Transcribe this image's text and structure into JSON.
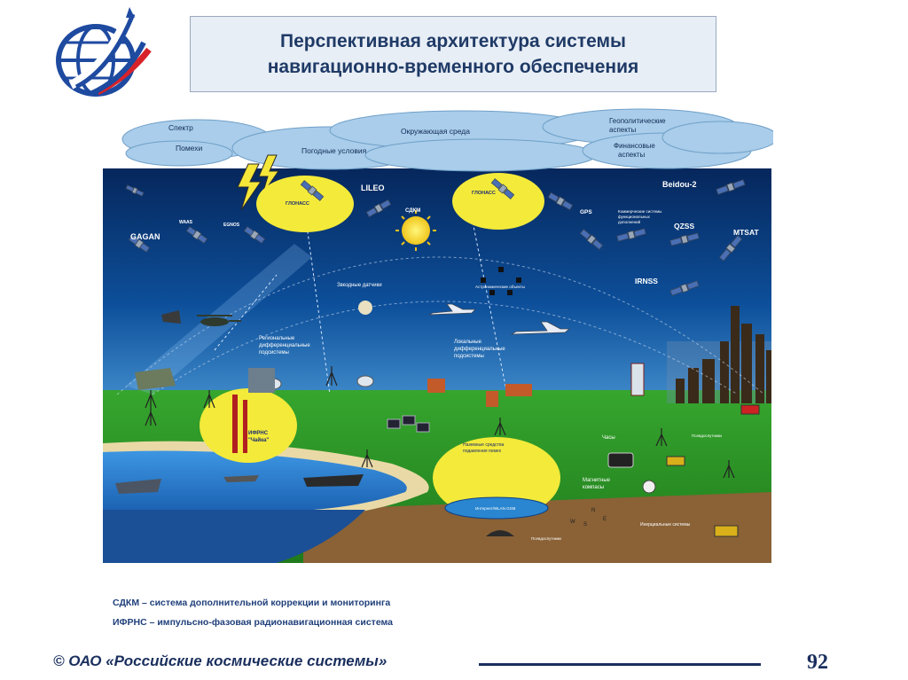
{
  "title": {
    "line1": "Перспективная архитектура системы",
    "line2": "навигационно-временного обеспечения"
  },
  "clouds": {
    "spektr": "Спектр",
    "pomekhi": "Помехи",
    "pogodnye": "Погодные условия",
    "okruzh": "Окружающая среда",
    "geopol1": "Геополитические",
    "geopol2": "аспекты",
    "fin1": "Финансовые",
    "fin2": "аспекты"
  },
  "labels": {
    "beidou": "Beidou-2",
    "lileo": "LILEO",
    "glonass_a": "ГЛОНАСС",
    "glonass_b": "ГЛОНАСС",
    "sdkm_top": "СДКМ",
    "gps": "GPS",
    "gagan": "GAGAN",
    "waas": "WAAS",
    "egnos": "EGNOS",
    "qzss": "QZSS",
    "mtsat": "MTSAT",
    "irnss": "IRNSS",
    "commercial1": "Коммерческие системы",
    "commercial2": "функциональных",
    "commercial3": "дополнений",
    "star1": "Звездные датчики",
    "astro": "Астрономические объекты",
    "regional1": "Региональные",
    "regional2": "дифференциальные",
    "regional3": "подсистемы",
    "local1": "Локальные",
    "local2": "дифференциальные",
    "local3": "подсистемы",
    "ifrns1": "ИФРНС",
    "ifrns2": "\"Чайка\"",
    "ground1": "Наземные средства",
    "ground2": "подавления помех",
    "chasy": "Часы",
    "psevdo1": "Псевдоспутники",
    "psevdo2": "Псевдоспутники",
    "magnit1": "Магнитные",
    "magnit2": "компасы",
    "inertial": "Инерциальные системы",
    "internet": "Интернет/WLAN GSM",
    "compass_n": "N",
    "compass_e": "E",
    "compass_w": "W",
    "compass_s": "S"
  },
  "notes": {
    "sdkm": "СДКМ – система дополнительной коррекции и мониторинга",
    "ifrns": "ИФРНС – импульсно-фазовая радионавигационная система"
  },
  "footer": {
    "text": "© ОАО «Российские космические системы»",
    "page": "92"
  },
  "colors": {
    "title_text": "#1f3a66",
    "sky": "#0b3a7a",
    "ground": "#2f9a2a",
    "water": "#2f7fd0",
    "yellow": "#f3ea3a",
    "cloud": "#a9cdea"
  }
}
